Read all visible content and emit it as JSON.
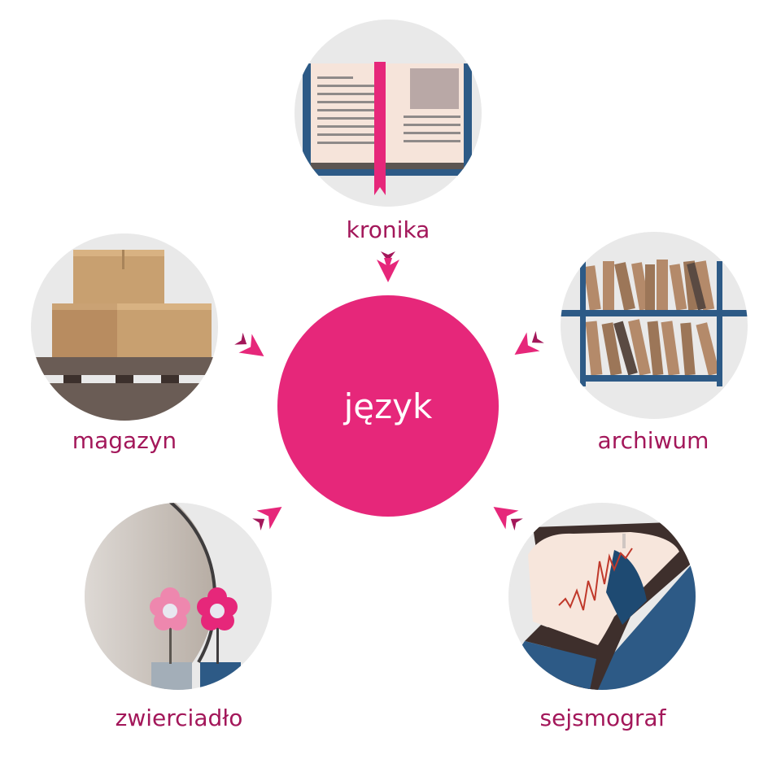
{
  "center": {
    "label": "język"
  },
  "nodes": {
    "kronika": {
      "label": "kronika"
    },
    "magazyn": {
      "label": "magazyn"
    },
    "archiwum": {
      "label": "archiwum"
    },
    "zwierciadlo": {
      "label": "zwierciadło"
    },
    "sejsmograf": {
      "label": "sejsmograf"
    }
  },
  "colors": {
    "accent": "#e6277a",
    "label": "#a3175a",
    "circle_bg": "#e9e9e9"
  }
}
